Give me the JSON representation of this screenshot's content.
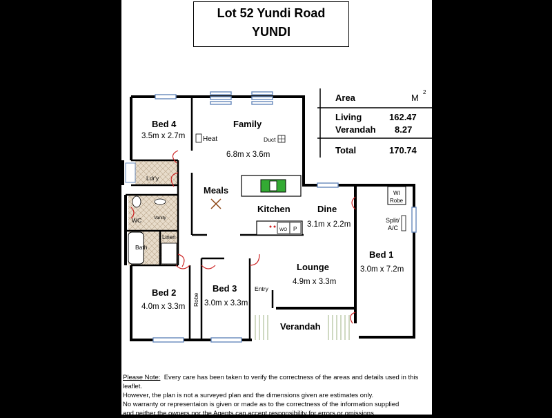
{
  "header": {
    "line1": "Lot 52 Yundi Road",
    "line2": "YUNDI"
  },
  "area_table": {
    "col_area": "Area",
    "col_unit": "M",
    "unit_sup": "2",
    "rows": [
      {
        "label": "Living",
        "value": "162.47"
      },
      {
        "label": "Verandah",
        "value": "8.27"
      }
    ],
    "total_label": "Total",
    "total_value": "170.74"
  },
  "rooms": {
    "bed4": {
      "name": "Bed 4",
      "size": "3.5m x 2.7m"
    },
    "family": {
      "name": "Family",
      "size": "6.8m x 3.6m"
    },
    "heat": "Heat",
    "duct": "Duct",
    "ldry": "Ldr'y",
    "meals": "Meals",
    "kitchen": "Kitchen",
    "wo": "WO",
    "p": "P",
    "dine": {
      "name": "Dine",
      "size": "3.1m x 2.2m"
    },
    "wi_robe_1": "WI",
    "wi_robe_2": "Robe",
    "split_1": "Split/",
    "split_2": "A/C",
    "bed1": {
      "name": "Bed 1",
      "size": "3.0m x 7.2m"
    },
    "wc": "WC",
    "vanity": "Vanity",
    "bath": "Bath",
    "linen": "Linen",
    "lounge": {
      "name": "Lounge",
      "size": "4.9m x 3.3m"
    },
    "bed2": {
      "name": "Bed 2",
      "size": "4.0m x 3.3m"
    },
    "robe": "Robe",
    "bed3": {
      "name": "Bed 3",
      "size": "3.0m x 3.3m"
    },
    "entry": "Entry",
    "verandah": "Verandah"
  },
  "disclaimer": {
    "heading": "Please Note:",
    "line1": "Every care has been taken to verify the correctness of the areas and details used in this leaflet.",
    "line2": "However, the plan is not a surveyed plan and the dimensions given are estimates only.",
    "line3": "No warranty or representaion is given or made as to the correctness of the information supplied",
    "line4": "and neither the owners nor the Agents can accept responsibility for errors or omissions."
  },
  "colors": {
    "background": "#000000",
    "sheet": "#ffffff",
    "wall": "#000000",
    "window": "#6688bb",
    "door": "#cc2222",
    "sink": "#33aa33",
    "tile": "#d9c7b0"
  }
}
